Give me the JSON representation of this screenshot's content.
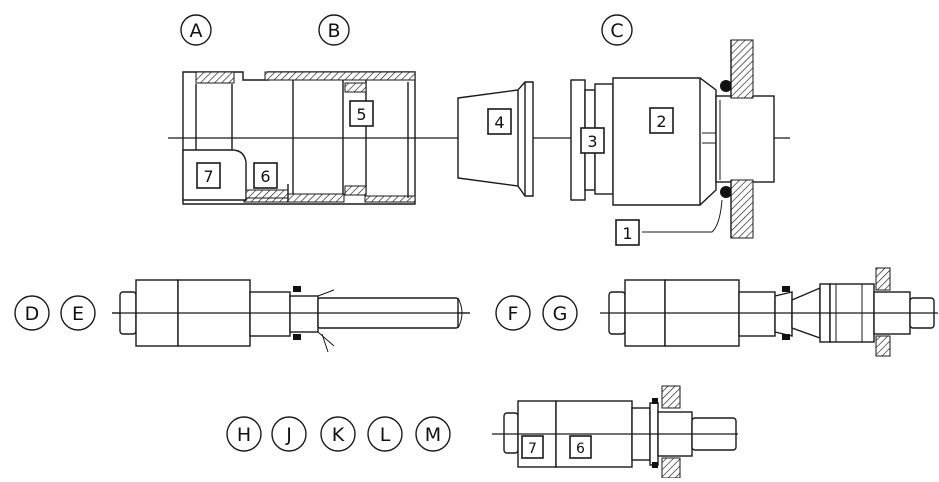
{
  "stage_letters": {
    "A": "A",
    "B": "B",
    "C": "C",
    "D": "D",
    "E": "E",
    "F": "F",
    "G": "G",
    "H": "H",
    "J": "J",
    "K": "K",
    "L": "L",
    "M": "M"
  },
  "part_numbers": {
    "p1": "1",
    "p2": "2",
    "p3": "3",
    "p4": "4",
    "p5": "5",
    "p6": "6",
    "p7": "7"
  },
  "colors": {
    "line": "#1a1a1a",
    "background": "#ffffff",
    "seal": "#111111"
  }
}
